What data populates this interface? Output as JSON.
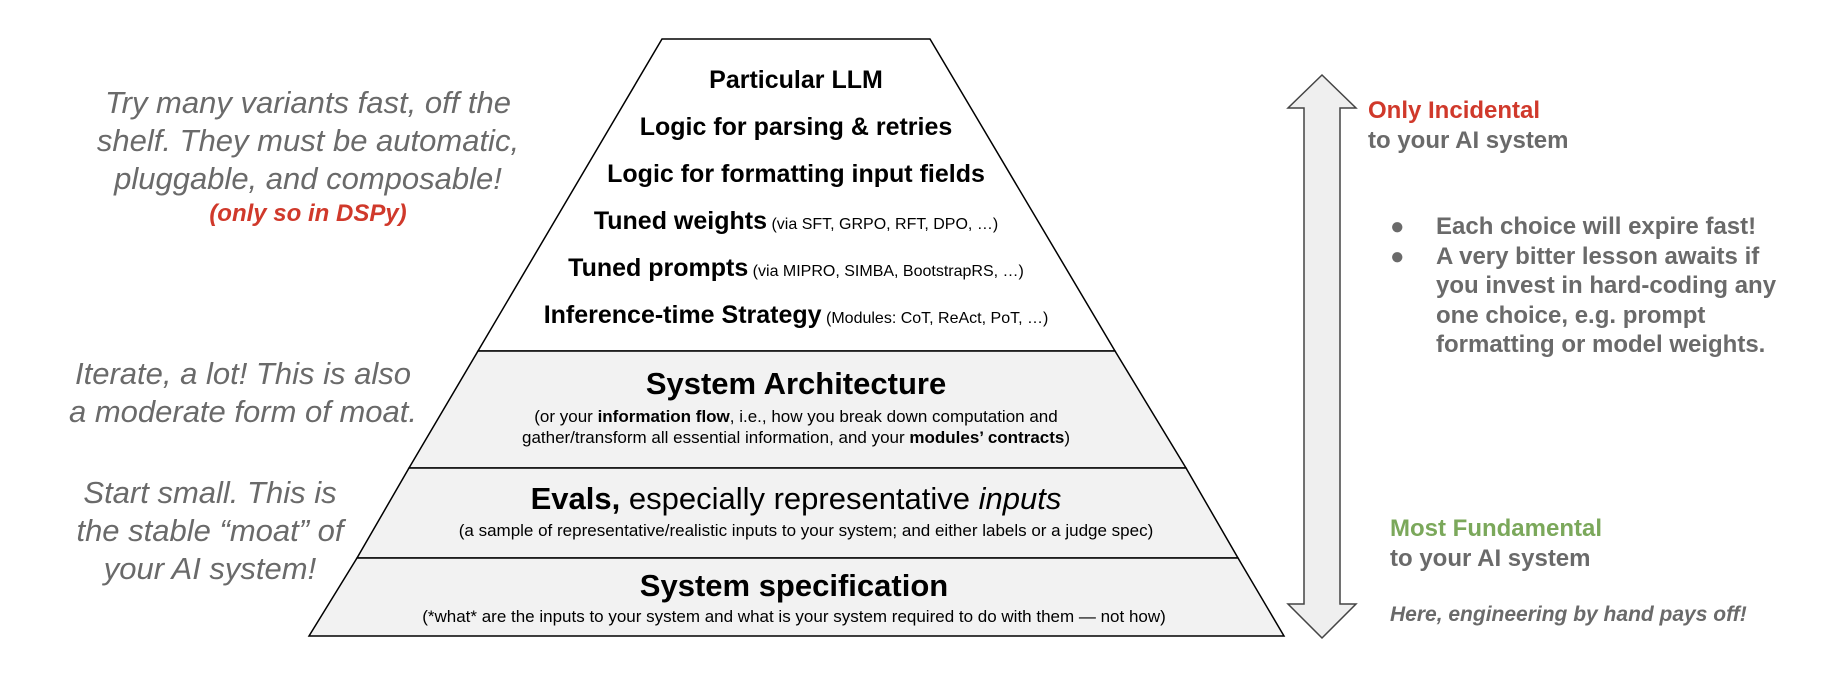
{
  "left_notes": {
    "top": [
      "Try many variants fast, off the",
      "shelf. They must be automatic,",
      "pluggable, and composable!"
    ],
    "top_note": "(only so in DSPy)",
    "middle": [
      "Iterate, a lot! This is also",
      "a moderate form of moat."
    ],
    "bottom": [
      "Start small. This is",
      "the stable “moat” of",
      "your AI system!"
    ]
  },
  "pyramid": {
    "top_tier": [
      {
        "label": "Particular LLM",
        "detail": ""
      },
      {
        "label": "Logic for parsing & retries",
        "detail": ""
      },
      {
        "label": "Logic for formatting input fields",
        "detail": ""
      },
      {
        "label": "Tuned weights",
        "detail": "(via SFT, GRPO, RFT, DPO, …)"
      },
      {
        "label": "Tuned prompts",
        "detail": "(via MIPRO, SIMBA, BootstrapRS, …)"
      },
      {
        "label": "Inference-time Strategy",
        "detail": "(Modules: CoT, ReAct, PoT, …)"
      }
    ],
    "architecture": {
      "title": "System Architecture",
      "line1_pre": "(or your ",
      "line1_bold": "information flow",
      "line1_post": ", i.e., how you break down computation and",
      "line2_pre": "gather/transform all essential information, and your ",
      "line2_bold": "modules’ contracts",
      "line2_post": ")"
    },
    "evals": {
      "title_bold": "Evals,",
      "title_mid": " especially representative ",
      "title_italic": "inputs",
      "sub": "(a sample of representative/realistic inputs to your system; and either labels or a judge spec)"
    },
    "spec": {
      "title": "System specification",
      "sub": "(*what* are the inputs to your system and what is your system required to do with them — not how)"
    }
  },
  "right": {
    "top_label": "Only Incidental",
    "top_sub": "to your AI system",
    "bullets": [
      "Each choice will expire fast!",
      "A very bitter lesson awaits if you invest in hard-coding any one choice, e.g. prompt formatting or model weights."
    ],
    "bottom_label": "Most Fundamental",
    "bottom_sub": "to your AI system",
    "bottom_note": "Here, engineering by hand pays off!"
  },
  "colors": {
    "red": "#d0392b",
    "green": "#7ba85b",
    "gray_text": "#6a6a6a",
    "tier_fill": "#f2f2f2"
  },
  "icons": {
    "scale-arrow": "double-headed vertical arrow"
  }
}
